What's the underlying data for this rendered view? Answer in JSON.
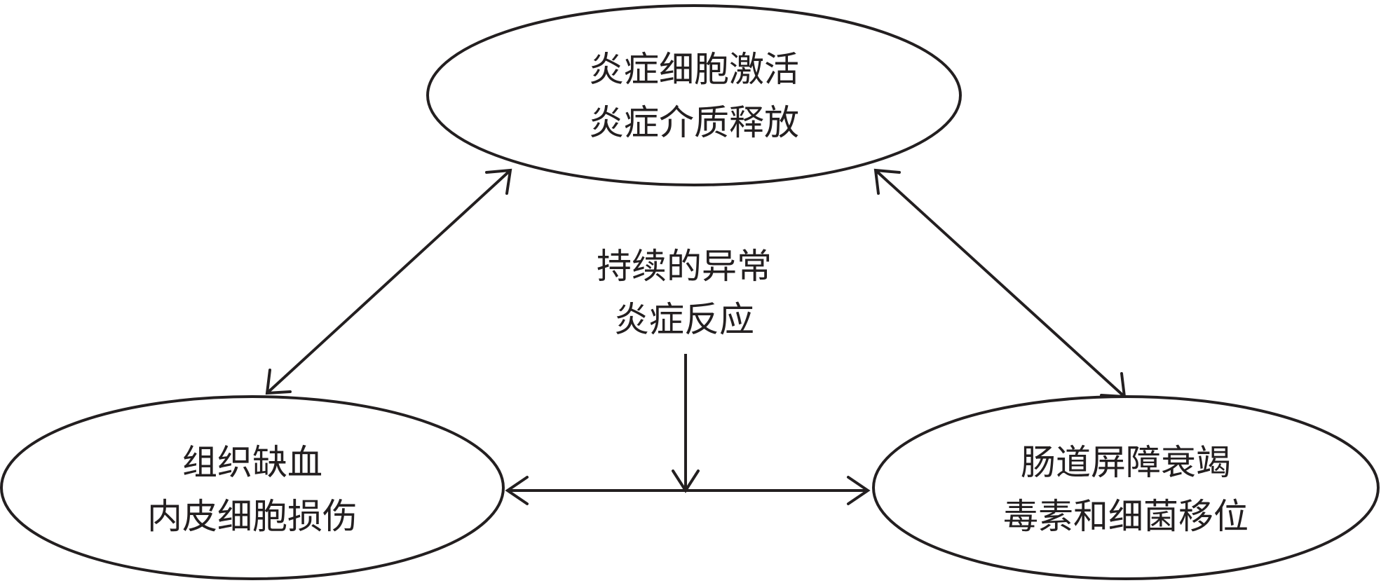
{
  "diagram": {
    "nodes": {
      "top": {
        "line1": "炎症细胞激活",
        "line2": "炎症介质释放"
      },
      "left": {
        "line1": "组织缺血",
        "line2": "内皮细胞损伤"
      },
      "right": {
        "line1": "肠道屏障衰竭",
        "line2": "毒素和细菌移位"
      }
    },
    "center": {
      "line1": "持续的异常",
      "line2": "炎症反应"
    },
    "edges": [
      {
        "from": "top",
        "to": "left",
        "type": "bidirectional"
      },
      {
        "from": "top",
        "to": "right",
        "type": "bidirectional"
      },
      {
        "from": "left",
        "to": "right",
        "type": "bidirectional"
      },
      {
        "from": "center",
        "to": "left-right-edge",
        "type": "directed"
      }
    ],
    "colors": {
      "stroke": "#231f20",
      "fill": "#ffffff",
      "text": "#231f20"
    }
  }
}
